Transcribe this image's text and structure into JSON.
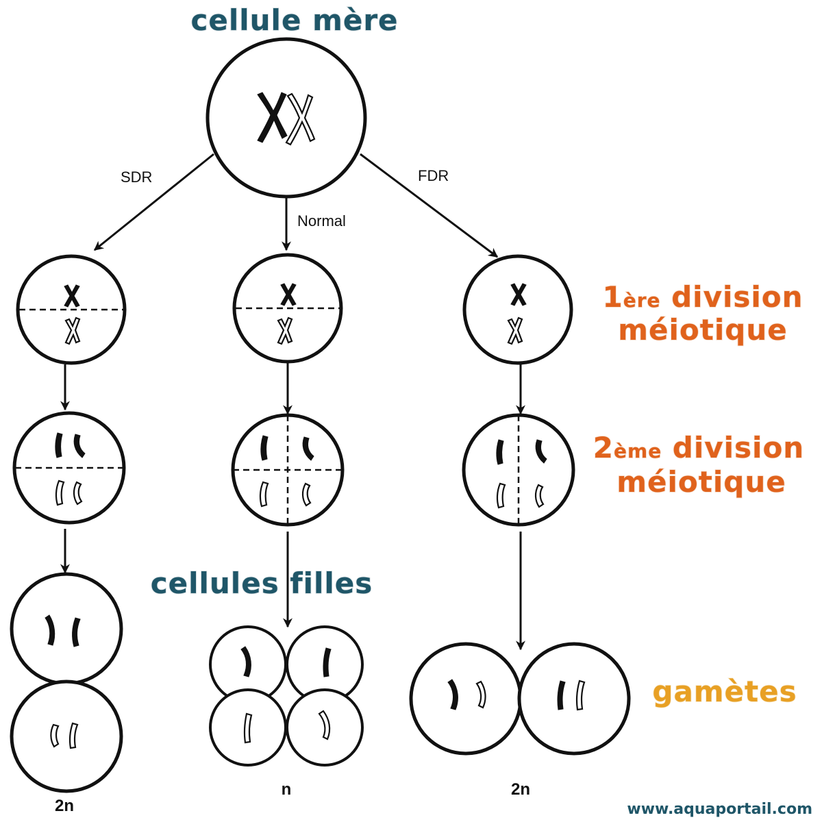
{
  "labels": {
    "mother_cell": "cellule mère",
    "first_division_num": "1",
    "first_division_sup": "ère",
    "first_division_word": " division",
    "first_division_line2": "méiotique",
    "second_division_num": "2",
    "second_division_sup": "ème",
    "second_division_word": " division",
    "second_division_line2": "méiotique",
    "daughter_cells": "cellules filles",
    "gametes": "gamètes"
  },
  "pathways": {
    "sdr": {
      "label": "SDR",
      "ploidy": "2n"
    },
    "normal": {
      "label": "Normal",
      "ploidy": "n"
    },
    "fdr": {
      "label": "FDR",
      "ploidy": "2n"
    }
  },
  "footer": {
    "website": "www.aquaportail.com"
  },
  "colors": {
    "blue_annotation": "#1f5668",
    "orange_annotation": "#e0621c",
    "gold_annotation": "#e8a024",
    "line": "#111111"
  }
}
